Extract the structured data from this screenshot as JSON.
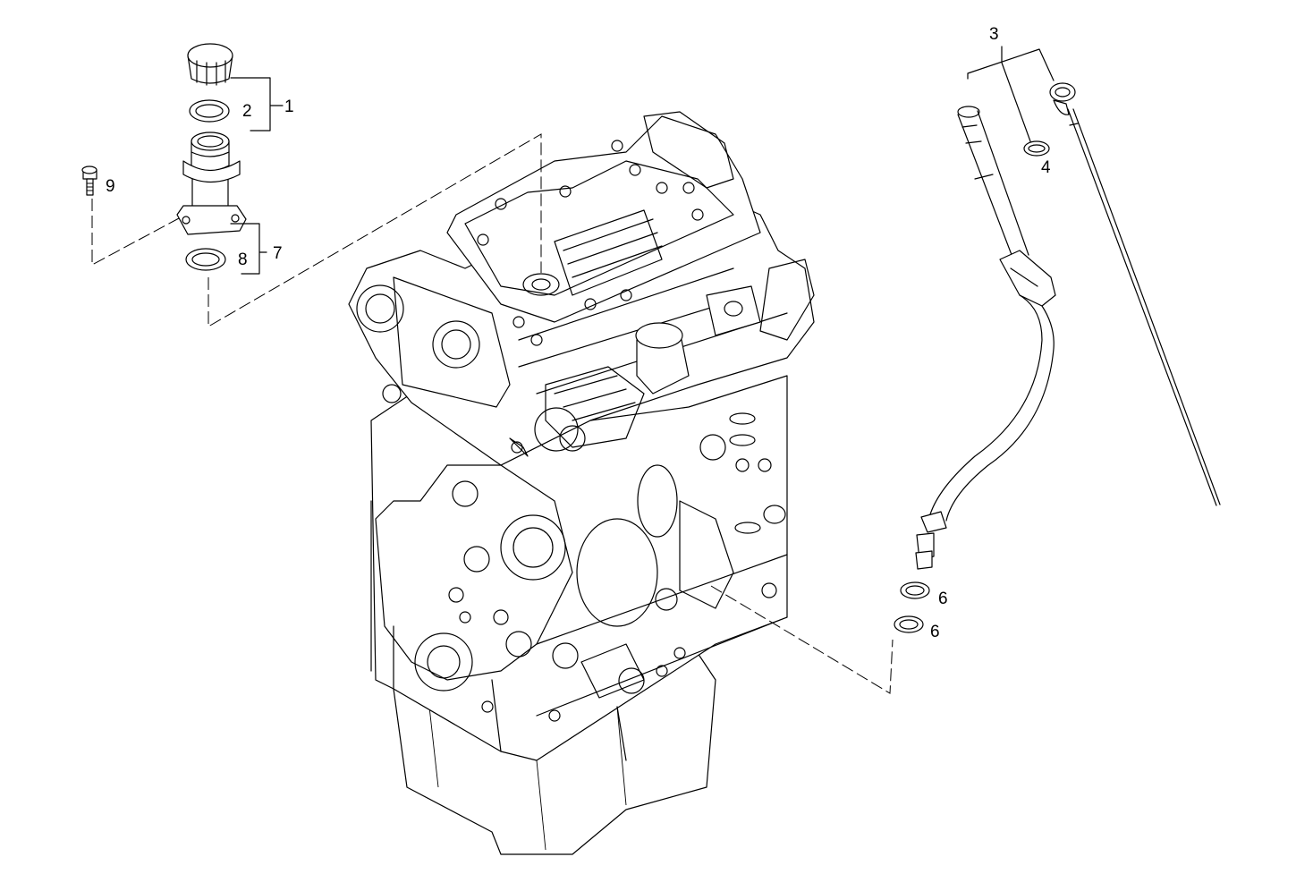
{
  "callouts": [
    {
      "id": "callout-1",
      "text": "1"
    },
    {
      "id": "callout-2",
      "text": "2"
    },
    {
      "id": "callout-3",
      "text": "3"
    },
    {
      "id": "callout-4",
      "text": "4"
    },
    {
      "id": "callout-6a",
      "text": "6"
    },
    {
      "id": "callout-6b",
      "text": "6"
    },
    {
      "id": "callout-7",
      "text": "7"
    },
    {
      "id": "callout-8",
      "text": "8"
    },
    {
      "id": "callout-9",
      "text": "9"
    }
  ],
  "colors": {
    "line": "#000000",
    "background": "#ffffff"
  }
}
